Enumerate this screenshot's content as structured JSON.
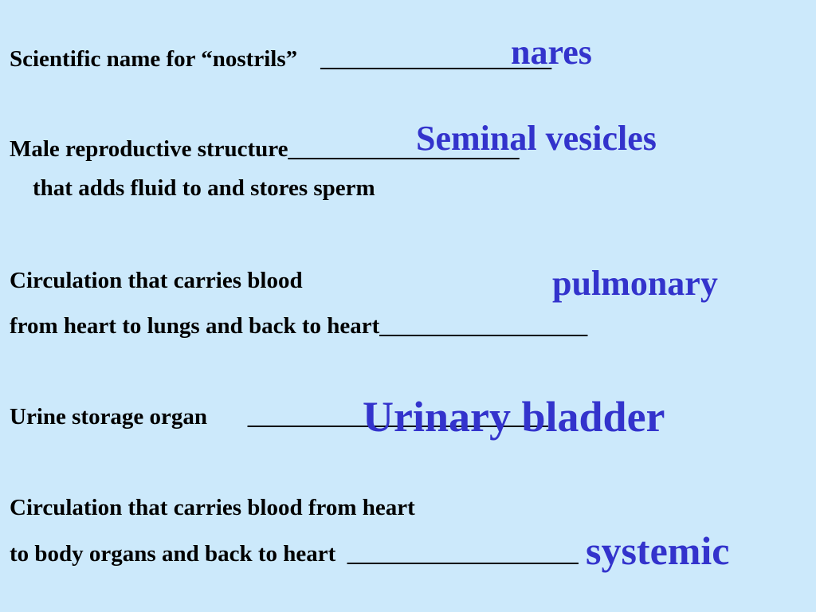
{
  "questions": [
    {
      "lines": [
        "Scientific name for “nostrils”    ____________________"
      ],
      "answer": "nares"
    },
    {
      "lines": [
        "Male reproductive structure____________________",
        "    that adds fluid to and stores sperm"
      ],
      "answer": "Seminal vesicles"
    },
    {
      "lines": [
        "Circulation that carries blood",
        "from heart to lungs and back to heart__________________"
      ],
      "answer": "pulmonary"
    },
    {
      "lines": [
        "Urine storage organ       __________________________"
      ],
      "answer": "Urinary bladder"
    },
    {
      "lines": [
        "Circulation that carries blood from heart",
        "to body organs and back to heart  ____________________"
      ],
      "answer": "systemic"
    }
  ],
  "colors": {
    "background": "#cce9fb",
    "question_text": "#000000",
    "answer_text": "#3333cc"
  }
}
